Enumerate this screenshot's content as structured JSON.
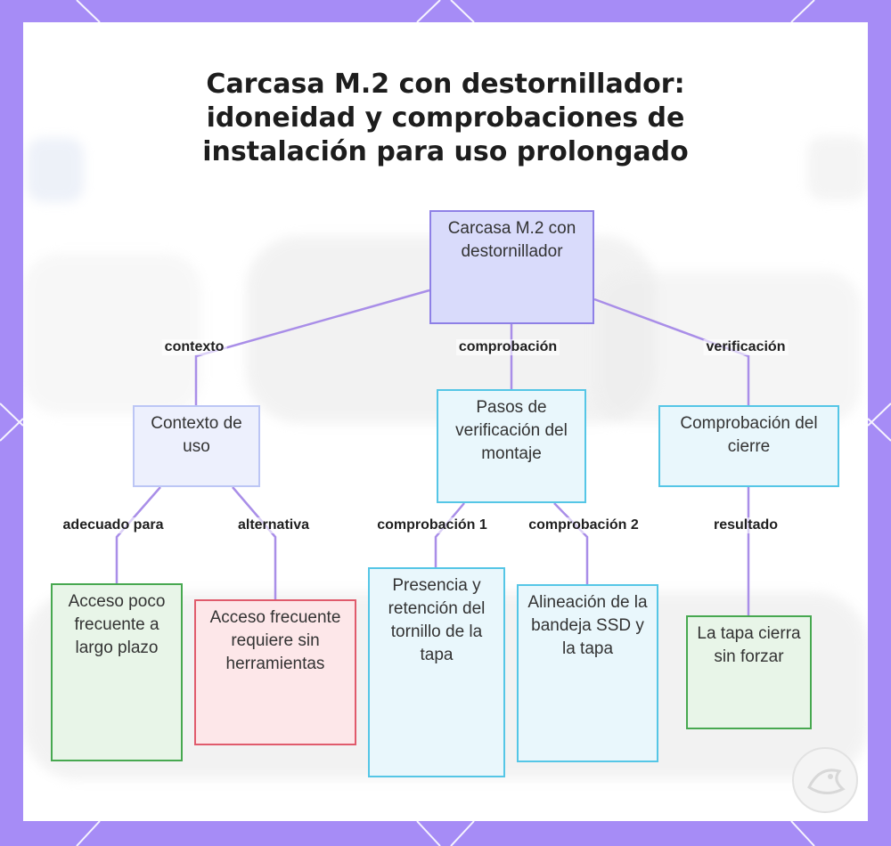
{
  "title": {
    "lines": [
      "Carcasa M.2 con destornillador:",
      "idoneidad y comprobaciones de",
      "instalación para uso prolongado"
    ]
  },
  "nodes": {
    "root": "Carcasa M.2 con destornillador",
    "context": "Contexto de uso",
    "steps": "Pasos de verificación del montaje",
    "closure": "Comprobación del cierre",
    "infrequent": "Acceso poco frecuente a largo plazo",
    "frequent": "Acceso frecuente requiere sin herramientas",
    "screw": "Presencia y retención del tornillo de la tapa",
    "tray": "Alineación de la bandeja SSD y la tapa",
    "lid": "La tapa cierra sin forzar"
  },
  "edge_labels": {
    "contexto": "contexto",
    "comprobacion": "comprobación",
    "verificacion": "verificación",
    "adecuado": "adecuado para",
    "alternativa": "alternativa",
    "comp1": "comprobación 1",
    "comp2": "comprobación 2",
    "resultado": "resultado"
  },
  "colors": {
    "background": "#a68cf6",
    "edge": "#a98ee8",
    "root_fill": "#d9dbfb",
    "cyan_border": "#55c6e6",
    "green_border": "#47a850",
    "red_border": "#e05b6c"
  }
}
